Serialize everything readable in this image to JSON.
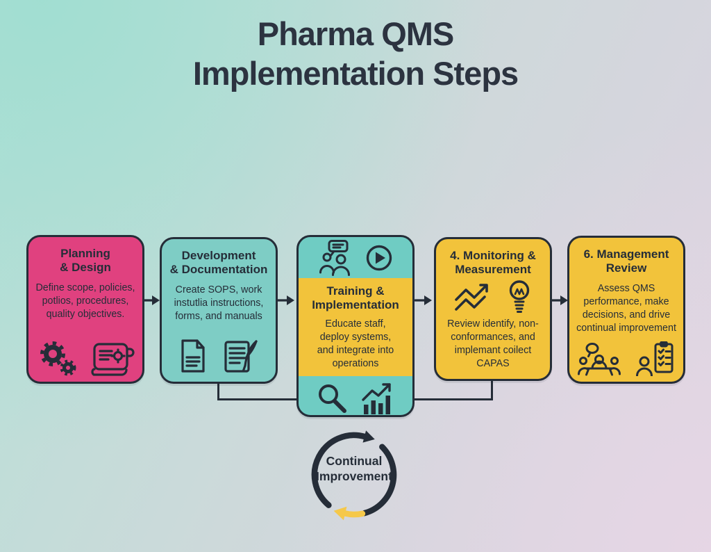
{
  "title": {
    "line1": "Pharma QMS",
    "line2": "Implementation Steps"
  },
  "colors": {
    "pink": "#e0417f",
    "teal": "#7ecdc5",
    "yellow": "#f2c33b",
    "dark": "#252d38",
    "loop_arrow_yellow": "#f5c84a",
    "title_text": "#2c3340"
  },
  "cards": [
    {
      "title_line1": "Planning",
      "title_line2": "& Design",
      "body": "Define scope, policies, potlios, procedures, quality objectives.",
      "icons": [
        "gears-icon",
        "scroll-certificate-icon"
      ]
    },
    {
      "title_line1": "Development",
      "title_line2": "& Documentation",
      "body": "Create SOPS, work instutlia instructions, forms, and manuals",
      "icons": [
        "document-icon",
        "document-quill-icon"
      ]
    },
    {
      "title_line1": "Training &",
      "title_line2": "Implementation",
      "body": "Educate staff, deploy systems, and integrate into operations",
      "icons": [
        "people-chat-icon",
        "play-icon",
        "magnifier-icon",
        "bar-chart-icon"
      ]
    },
    {
      "title_line1": "4. Monitoring &",
      "title_line2": "Measurement",
      "body": "Review identify, non-conformances, and implemant coilect CAPAS",
      "icons": [
        "trend-arrow-icon",
        "lightbulb-icon"
      ]
    },
    {
      "title_line1": "6. Management",
      "title_line2": "Review",
      "body": "Assess QMS performance, make decisions, and drive continual improvement",
      "icons": [
        "meeting-icon",
        "person-checklist-icon"
      ]
    }
  ],
  "loop": {
    "line1": "Continual",
    "line2": "Improvement"
  }
}
